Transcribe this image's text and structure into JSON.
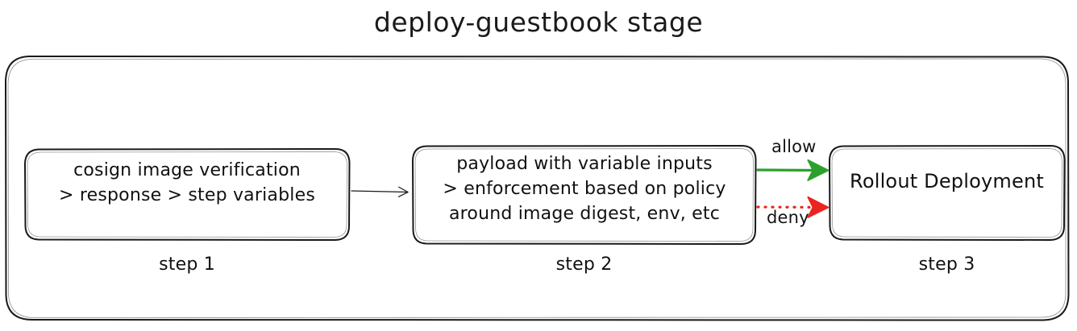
{
  "title": "deploy-guestbook stage",
  "colors": {
    "stroke": "#1a1a1a",
    "allow": "#2ca02c",
    "deny": "#e8251f",
    "background": "#ffffff"
  },
  "container": {
    "name": "deploy-guestbook stage container"
  },
  "nodes": [
    {
      "id": "step1",
      "lines": [
        "cosign image verification",
        "> response > step variables"
      ],
      "caption": "step 1"
    },
    {
      "id": "step2",
      "lines": [
        "payload with variable inputs",
        "> enforcement based on policy",
        "around image digest, env, etc"
      ],
      "caption": "step 2"
    },
    {
      "id": "step3",
      "lines": [
        "Rollout Deployment"
      ],
      "caption": "step 3"
    }
  ],
  "edges": [
    {
      "id": "e1",
      "from": "step1",
      "to": "step2",
      "label": "",
      "style": "solid",
      "color": "#1a1a1a"
    },
    {
      "id": "e2",
      "from": "step2",
      "to": "step3",
      "label": "allow",
      "style": "solid",
      "color": "#2ca02c"
    },
    {
      "id": "e3",
      "from": "step2",
      "to": "step3",
      "label": "deny",
      "style": "dotted",
      "color": "#e8251f"
    }
  ]
}
